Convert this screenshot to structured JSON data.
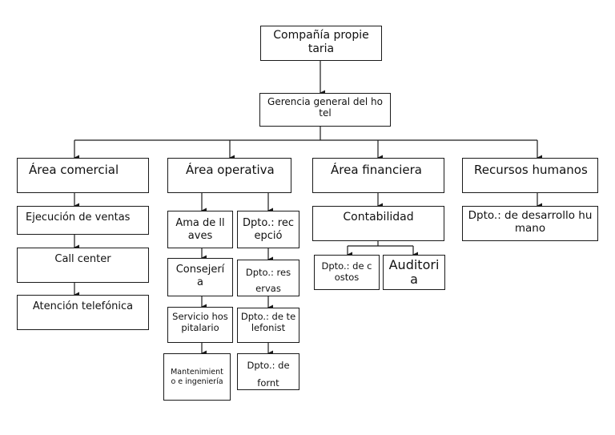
{
  "colors": {
    "line": "#1a1a1a",
    "background": "#ffffff"
  },
  "nodes": {
    "compania": "Compañía propietaria",
    "gerencia": "Gerencia general del hotel",
    "comercial": "Área comercial",
    "operativa": "Área operativa",
    "financiera": "Área financiera",
    "rrhh": "Recursos humanos",
    "ejecucion": "Ejecución de ventas",
    "callcenter": "Call center",
    "atencion": "Atención telefónica",
    "llaves": "Ama de llaves",
    "recepcion": "Dpto.: recepció",
    "conserjeria": "Consejería",
    "reservas": "Dpto.: reservas",
    "servicio": "Servicio hospitalario",
    "telefonista": "Dpto.: de telefonist",
    "mantenimiento": "Mantenimiento e ingeniería",
    "front": "Dpto.: de fornt",
    "contabilidad": "Contabilidad",
    "costos": "Dpto.: de costos",
    "auditoria": "Auditoria",
    "desarrollo": "Dpto.: de desarrollo humano"
  }
}
